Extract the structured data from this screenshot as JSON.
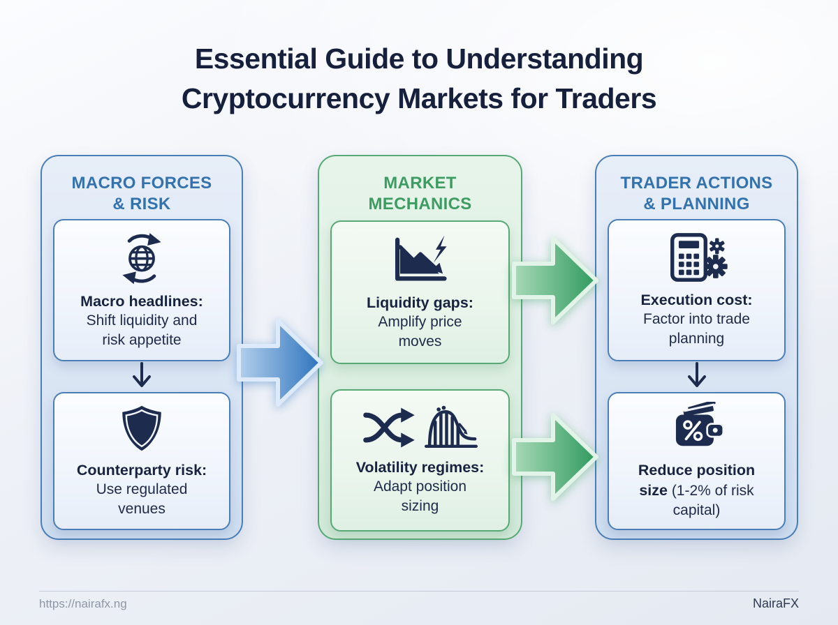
{
  "page": {
    "title_line1": "Essential Guide to Understanding",
    "title_line2": "Cryptocurrency Markets for Traders"
  },
  "columns": [
    {
      "id": "macro-forces-risk",
      "header_line1": "MACRO FORCES",
      "header_line2": "& RISK",
      "accent": "#3372ad",
      "cards": [
        {
          "icon": "globe-sync-icon",
          "title": "Macro headlines:",
          "body": "Shift liquidity and risk appetite"
        },
        {
          "icon": "shield-icon",
          "title": "Counterparty risk:",
          "body": "Use regulated venues"
        }
      ]
    },
    {
      "id": "market-mechanics",
      "header_line1": "MARKET",
      "header_line2": "MECHANICS",
      "accent": "#3c9c62",
      "cards": [
        {
          "icon": "crash-chart-lightning-icon",
          "title": "Liquidity gaps:",
          "body": "Amplify price moves"
        },
        {
          "icon": "shuffle-icon rollercoaster-icon",
          "title": "Volatility regimes:",
          "body": "Adapt position sizing"
        }
      ]
    },
    {
      "id": "trader-actions-planning",
      "header_line1": "TRADER ACTIONS",
      "header_line2": "& PLANNING",
      "accent": "#3372ad",
      "cards": [
        {
          "icon": "calculator-gears-icon",
          "title": "Execution cost:",
          "body": "Factor into trade planning"
        },
        {
          "icon": "wallet-percent-icon",
          "title": "Reduce position size",
          "body": "(1-2% of risk capital)"
        }
      ]
    }
  ],
  "footer": {
    "url": "https://nairafx.ng",
    "brand": "NairaFX"
  },
  "colors": {
    "blue_accent": "#3372ad",
    "green_accent": "#3c9c62",
    "navy_icon": "#1d2b4e",
    "title_text": "#16203d",
    "blue_arrow_deep": "#2c73bd",
    "green_arrow_deep": "#2f9a5e"
  }
}
